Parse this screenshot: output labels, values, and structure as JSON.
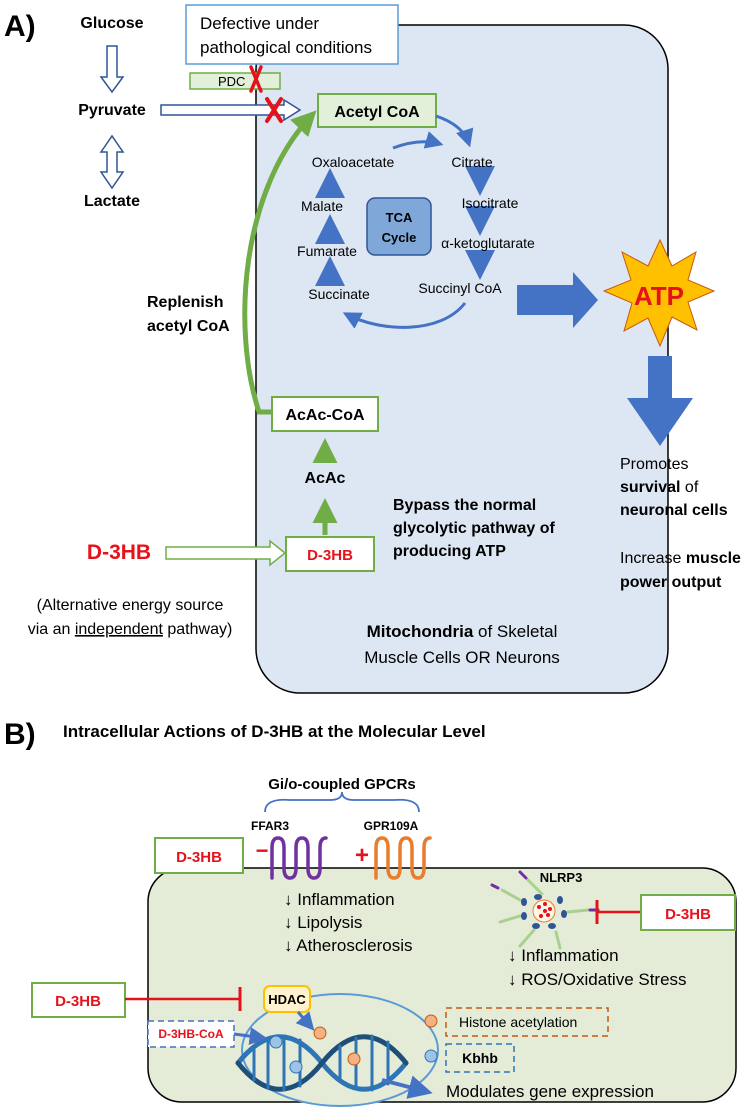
{
  "panel_a": {
    "label": "A)",
    "defective_line1": "Defective under",
    "defective_line2": "pathological conditions",
    "pdc": "PDC",
    "glucose": "Glucose",
    "pyruvate": "Pyruvate",
    "lactate": "Lactate",
    "acetyl_coa": "Acetyl CoA",
    "tca_line1": "TCA",
    "tca_line2": "Cycle",
    "oxaloacetate": "Oxaloacetate",
    "citrate": "Citrate",
    "isocitrate": "Isocitrate",
    "akg": "α-ketoglutarate",
    "malate": "Malate",
    "fumarate": "Fumarate",
    "succinate": "Succinate",
    "succinyl_coa": "Succinyl CoA",
    "atp": "ATP",
    "replenish_line1": "Replenish",
    "replenish_line2": "acetyl CoA",
    "acac_coa": "AcAc-CoA",
    "acac": "AcAc",
    "d3hb_left": "D-3HB",
    "d3hb_box": "D-3HB",
    "bypass_line1": "Bypass the normal",
    "bypass_line2": "glycolytic pathway of",
    "bypass_line3": "producing ATP",
    "alt_line1": "(Alternative energy source",
    "alt_line2_pre": "via an ",
    "alt_line2_u": "independent",
    "alt_line2_post": " pathway)",
    "mito_line1_b": "Mitochondria",
    "mito_line1_rest": " of Skeletal",
    "mito_line2": "Muscle Cells OR Neurons",
    "promotes": "Promotes",
    "survival": "survival",
    "of": " of",
    "neuronal": "neuronal cells",
    "increase": "Increase ",
    "muscle": "muscle",
    "power": "power output"
  },
  "panel_b": {
    "label": "B)",
    "title": "Intracellular Actions of D-3HB at the Molecular Level",
    "gpcr_title": "Gi/o-coupled GPCRs",
    "ffar3": "FFAR3",
    "gpr109a": "GPR109A",
    "d3hb_gpcr": "D-3HB",
    "minus": "−",
    "plus": "+",
    "inflammation1": "↓ Inflammation",
    "lipolysis": "↓ Lipolysis",
    "atherosclerosis": "↓ Atherosclerosis",
    "nlrp3": "NLRP3",
    "d3hb_nlrp3": "D-3HB",
    "inflammation2": "↓ Inflammation",
    "ros": "↓ ROS/Oxidative Stress",
    "d3hb_hdac": "D-3HB",
    "hdac": "HDAC",
    "d3hb_coa": "D-3HB-CoA",
    "histone": "Histone acetylation",
    "kbhb": "Kbhb",
    "modulates": "Modulates gene expression"
  },
  "colors": {
    "mito_fill": "#dde7f3",
    "cell_fill": "#e4ecd8",
    "green": "#70ad47",
    "blue": "#4472c4",
    "red": "#e5121b",
    "atp_fill": "#ffc000",
    "orange": "#e87d2d",
    "purple": "#7030a0"
  }
}
